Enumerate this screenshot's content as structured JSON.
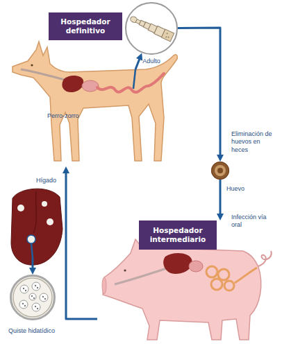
{
  "diagram": {
    "nodes": [
      {
        "text": [
          "Hospedador definitivo",
          "Perro-zorro"
        ]
      },
      {
        "text": [
          "Adulto"
        ]
      },
      {
        "text": [
          "Huevo"
        ]
      },
      {
        "text": [
          "Hospedador intermediario"
        ]
      },
      {
        "text": [
          "Hígado"
        ]
      },
      {
        "text": [
          "Quiste hidatídico"
        ]
      }
    ],
    "edges": [
      {
        "from": 0,
        "to": 1,
        "arrow": "to"
      },
      {
        "from": 1,
        "to": 2,
        "label": "Eliminación de huevos en heces",
        "arrow": "to"
      },
      {
        "from": 2,
        "to": 3,
        "label": "Infección vía oral",
        "arrow": "to"
      },
      {
        "from": 3,
        "to": 0,
        "arrow": "to"
      },
      {
        "from": 4,
        "to": 5,
        "arrow": "to"
      }
    ]
  }
}
